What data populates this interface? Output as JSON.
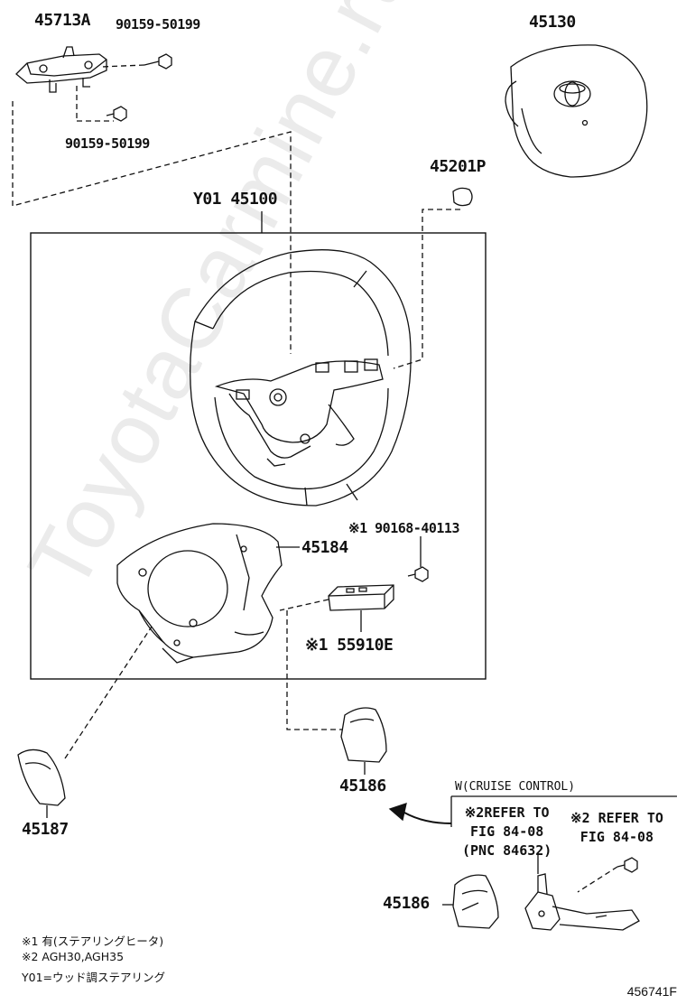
{
  "watermark": "ToyotaCarmine.ru",
  "figure_number": "456741F",
  "condition": "W(CRUISE CONTROL)",
  "parts": {
    "p45713A": "45713A",
    "p90159_a": "90159-50199",
    "p90159_b": "90159-50199",
    "p45130": "45130",
    "p45201P": "45201P",
    "p45100": "Y01 45100",
    "p90168": "※1 90168-40113",
    "p45184": "45184",
    "p55910E": "※1 55910E",
    "p45186a": "45186",
    "p45187": "45187",
    "p45186b": "45186"
  },
  "refer": {
    "left_line1": "※2REFER TO",
    "left_line2": "FIG 84-08",
    "left_line3": "(PNC 84632)",
    "right_line1": "※2 REFER TO",
    "right_line2": "FIG 84-08"
  },
  "notes": {
    "n1": "※1 有(ステアリングヒータ)",
    "n2": "※2 AGH30,AGH35",
    "n3": "Y01=ウッド調ステアリング"
  }
}
